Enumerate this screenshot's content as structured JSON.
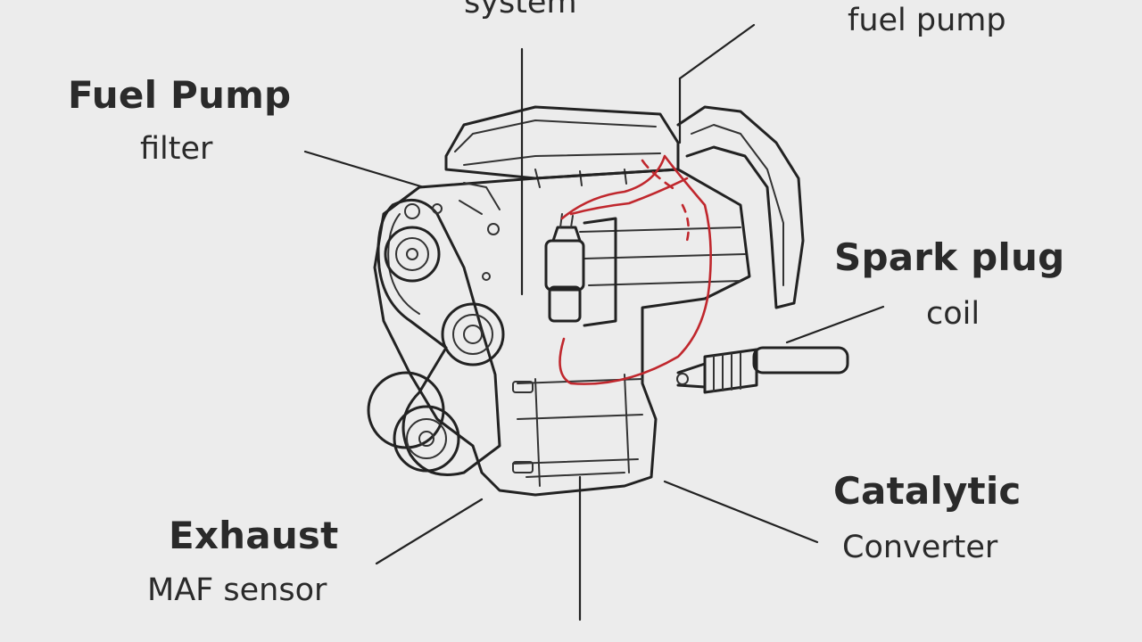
{
  "labels": {
    "system": {
      "sub": "system"
    },
    "fuel_pump_top": {
      "sub": "fuel pump"
    },
    "fuel_pump_filter": {
      "main": "Fuel Pump",
      "sub": "filter"
    },
    "spark_plug_coil": {
      "main": "Spark plug",
      "sub": "coil"
    },
    "exhaust_maf": {
      "main": "Exhaust",
      "sub": "MAF sensor"
    },
    "catalytic_converter": {
      "main": "Catalytic",
      "sub": "Converter"
    }
  },
  "colors": {
    "background": "#ececec",
    "ink": "#222222",
    "wire": "#c0272d"
  },
  "icons": {
    "engine": "engine-illustration-icon",
    "spark_plug": "spark-plug-icon",
    "ignition_coil": "ignition-coil-icon"
  }
}
